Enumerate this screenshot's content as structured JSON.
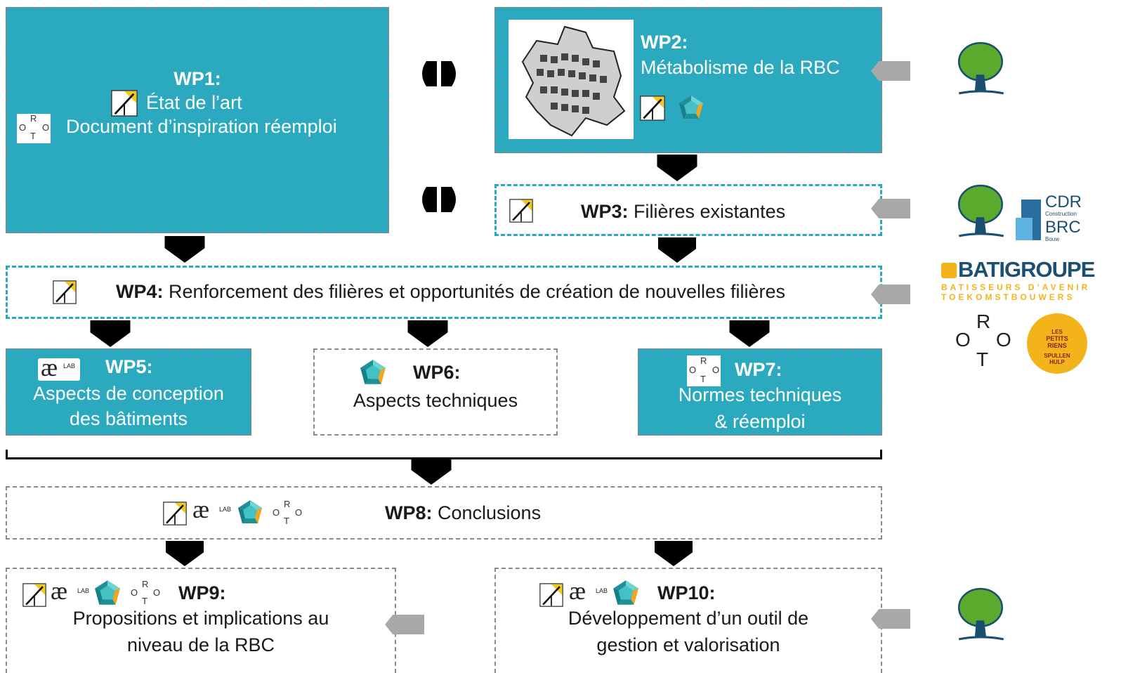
{
  "colors": {
    "teal": "#2BA9BF",
    "arrow": "#000000",
    "gray_arrow": "#A8A8A8",
    "tree_green": "#5BAA2E"
  },
  "wp1": {
    "title": "WP1:",
    "line1": "État de l’art",
    "line2": "Document d’inspiration réemploi"
  },
  "wp2": {
    "title": "WP2:",
    "line1": "Métabolisme de la RBC"
  },
  "wp3": {
    "title": "WP3:",
    "text": " Filières existantes"
  },
  "wp4": {
    "title": "WP4:",
    "text": " Renforcement des filières et opportunités de création de nouvelles filières"
  },
  "wp5": {
    "title": "WP5:",
    "line1": "Aspects de conception",
    "line2": "des bâtiments"
  },
  "wp6": {
    "title": "WP6:",
    "line1": "Aspects techniques"
  },
  "wp7": {
    "title": "WP7:",
    "line1": "Normes techniques",
    "line2": "& réemploi"
  },
  "wp8": {
    "title": "WP8:",
    "text": " Conclusions"
  },
  "wp9": {
    "title": "WP9:",
    "line1": "Propositions et implications au",
    "line2": "niveau de la RBC"
  },
  "wp10": {
    "title": "WP10:",
    "line1": "Développement d’un outil de",
    "line2": "gestion et valorisation"
  },
  "logos": {
    "ae_lab": "æ",
    "ae_lab_sup": "LAB",
    "roto": [
      "R",
      "O",
      "O",
      "T"
    ],
    "cdr_line1": "CDR",
    "cdr_sub1": "Construction",
    "brc_line": "BRC",
    "brc_sub": "Bouw",
    "batigroupe": "BATIGROUPE",
    "batigroupe_sub1": "BATISSEURS D’AVENIR",
    "batigroupe_sub2": "TOEKOMSTBOUWERS",
    "petits_riens": [
      "LES",
      "PETITS",
      "RIENS",
      "SPULLEN",
      "HULP"
    ]
  }
}
